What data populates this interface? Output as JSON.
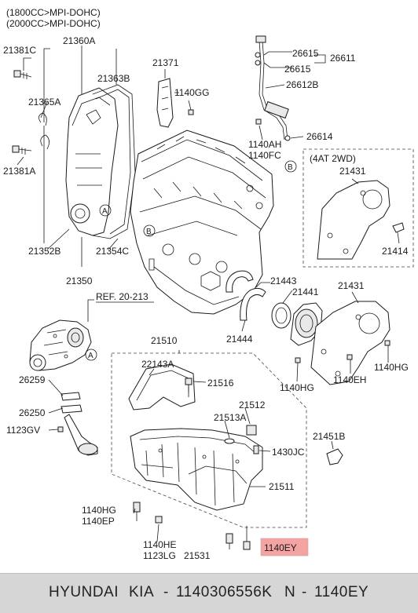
{
  "header": {
    "spec1": "(1800CC>MPI-DOHC)",
    "spec2": "(2000CC>MPI-DOHC)"
  },
  "labels": {
    "p21381C": "21381C",
    "p21360A": "21360A",
    "p21365A": "21365A",
    "p21363B": "21363B",
    "p21381A": "21381A",
    "p21352B": "21352B",
    "p21354C": "21354C",
    "p21350": "21350",
    "p21371": "21371",
    "p1140GG": "1140GG",
    "p26615a": "26615",
    "p26615b": "26615",
    "p26611": "26611",
    "p26612B": "26612B",
    "p26614": "26614",
    "p1140AH": "1140AH",
    "p1140FC": "1140FC",
    "box_title": "(4AT 2WD)",
    "p21431a": "21431",
    "p21414": "21414",
    "p21443": "21443",
    "p21441": "21441",
    "p21444": "21444",
    "p21431b": "21431",
    "p1140HGr": "1140HG",
    "p1140EH": "1140EH",
    "p1140HGc": "1140HG",
    "ref": "REF. 20-213",
    "p21510": "21510",
    "p22143A": "22143A",
    "p21516": "21516",
    "p21512": "21512",
    "p21513A": "21513A",
    "p1430JC": "1430JC",
    "p21451B": "21451B",
    "p26259": "26259",
    "p26250": "26250",
    "p1123GV": "1123GV",
    "p21511": "21511",
    "p1140HG": "1140HG",
    "p1140EP": "1140EP",
    "p1140HE": "1140HE",
    "p1123LG": "1123LG",
    "p21531": "21531",
    "p1140EY": "1140EY"
  },
  "markers": {
    "A": "A",
    "B": "B"
  },
  "colors": {
    "highlight": "#f4a3a3",
    "footer_bg": "#d6d6d6"
  },
  "footer": {
    "brand": "HYUNDAI",
    "brand2": "KIA",
    "sep1": "-",
    "part_number": "1140306556K",
    "n": "N",
    "sep2": "-",
    "code": "1140EY"
  }
}
